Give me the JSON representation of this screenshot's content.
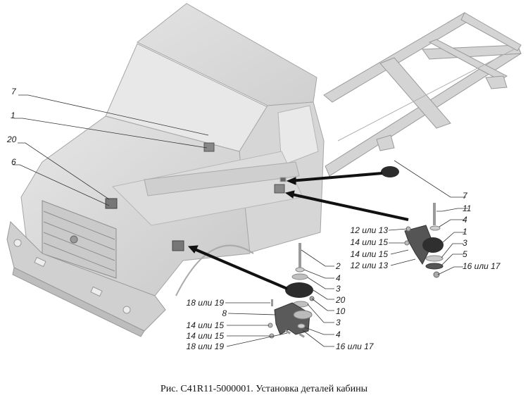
{
  "figure": {
    "caption": "Рис. С41R11-5000001. Установка деталей кабины",
    "colors": {
      "body": "#d9d9d9",
      "body_edge": "#a8a8a8",
      "dark_part": "#2b2b2b",
      "leader": "#333333",
      "arrow": "#111111"
    }
  },
  "callouts": {
    "cab": [
      {
        "id": "cab-7",
        "text": "7"
      },
      {
        "id": "cab-1",
        "text": "1"
      },
      {
        "id": "cab-20",
        "text": "20"
      },
      {
        "id": "cab-6",
        "text": "6"
      }
    ],
    "rear_mount": [
      {
        "id": "rm-7",
        "text": "7"
      },
      {
        "id": "rm-11",
        "text": "11"
      },
      {
        "id": "rm-4",
        "text": "4"
      },
      {
        "id": "rm-1",
        "text": "1"
      },
      {
        "id": "rm-3",
        "text": "3"
      },
      {
        "id": "rm-5",
        "text": "5"
      },
      {
        "id": "rm-16-17",
        "text": "16 или 17"
      },
      {
        "id": "rm-12-13-a",
        "text": "12 или 13"
      },
      {
        "id": "rm-14-15-a",
        "text": "14 или 15"
      },
      {
        "id": "rm-14-15-b",
        "text": "14 или 15"
      },
      {
        "id": "rm-12-13-b",
        "text": "12 или 13"
      }
    ],
    "front_mount": [
      {
        "id": "fm-2",
        "text": "2"
      },
      {
        "id": "fm-4a",
        "text": "4"
      },
      {
        "id": "fm-3a",
        "text": "3"
      },
      {
        "id": "fm-20",
        "text": "20"
      },
      {
        "id": "fm-10",
        "text": "10"
      },
      {
        "id": "fm-3b",
        "text": "3"
      },
      {
        "id": "fm-4b",
        "text": "4"
      },
      {
        "id": "fm-16-17",
        "text": "16 или 17"
      },
      {
        "id": "fm-18-19-a",
        "text": "18 или 19"
      },
      {
        "id": "fm-8",
        "text": "8"
      },
      {
        "id": "fm-14-15-a",
        "text": "14 или 15"
      },
      {
        "id": "fm-14-15-b",
        "text": "14 или 15"
      },
      {
        "id": "fm-18-19-b",
        "text": "18 или 19"
      }
    ]
  }
}
